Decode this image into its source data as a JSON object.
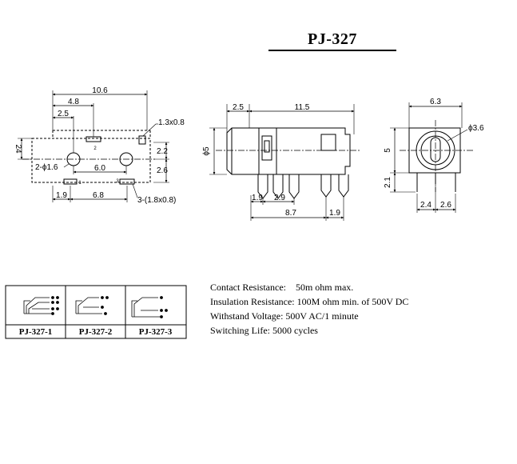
{
  "title": "PJ-327",
  "top_view": {
    "overall_length": "10.6",
    "dim_4_8": "4.8",
    "dim_2_5": "2.5",
    "lug_size": "1.3x0.8",
    "height_24": "24",
    "dim_2_2": "2.2",
    "dim_2_6": "2.6",
    "holes": "2-ϕ1.6",
    "hole_pitch": "6.0",
    "dim_1_9": "1.9",
    "dim_6_8": "6.8",
    "slots": "3-(1.8x0.8)",
    "pin_labels": [
      "2",
      "1",
      "3"
    ]
  },
  "side_view": {
    "dim_2_5": "2.5",
    "body_length": "11.5",
    "diameter": "ϕ5",
    "pin_1_9_a": "1.9",
    "pin_2_9": "2.9",
    "dim_8_7": "8.7",
    "pin_1_9_b": "1.9"
  },
  "front_view": {
    "width": "6.3",
    "hole": "ϕ3.6",
    "height": "5",
    "leg": "2.1",
    "dim_2_4": "2.4",
    "dim_2_6": "2.6"
  },
  "variants": [
    "PJ-327-1",
    "PJ-327-2",
    "PJ-327-3"
  ],
  "specs": [
    "Contact Resistance:    50m ohm max.",
    "Insulation Resistance: 100M ohm min. of 500V DC",
    "Withstand Voltage: 500V AC/1 minute",
    "Switching Life: 5000 cycles"
  ]
}
